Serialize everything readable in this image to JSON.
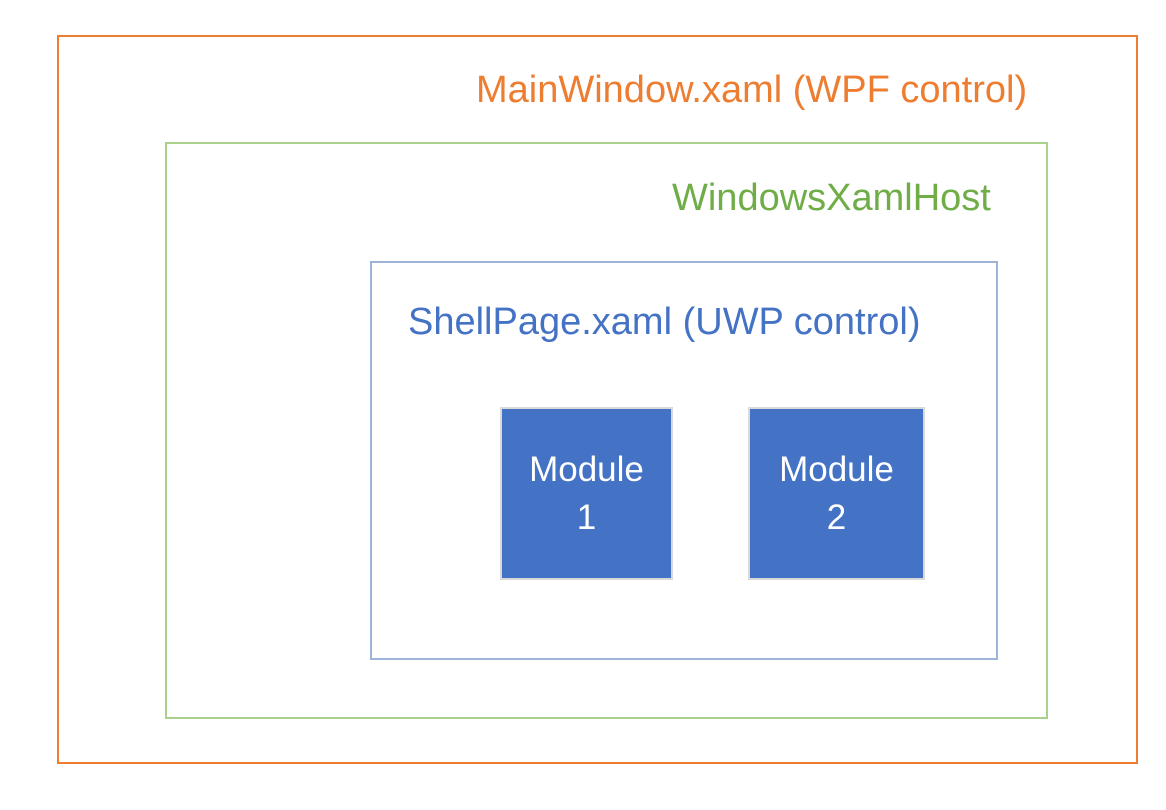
{
  "diagram": {
    "main_window": {
      "label": "MainWindow.xaml (WPF control)",
      "border_color": "#ED7D31",
      "text_color": "#ED7D31"
    },
    "xaml_host": {
      "label": "WindowsXamlHost",
      "border_color": "#A9D18E",
      "text_color": "#70AD47"
    },
    "shell_page": {
      "label": "ShellPage.xaml (UWP control)",
      "border_color": "#9DB3D8",
      "text_color": "#4472C4"
    },
    "modules": [
      {
        "name": "Module",
        "number": "1",
        "fill_color": "#4472C4",
        "border_color": "#D9D9D9",
        "text_color": "#FFFFFF"
      },
      {
        "name": "Module",
        "number": "2",
        "fill_color": "#4472C4",
        "border_color": "#D9D9D9",
        "text_color": "#FFFFFF"
      }
    ]
  }
}
